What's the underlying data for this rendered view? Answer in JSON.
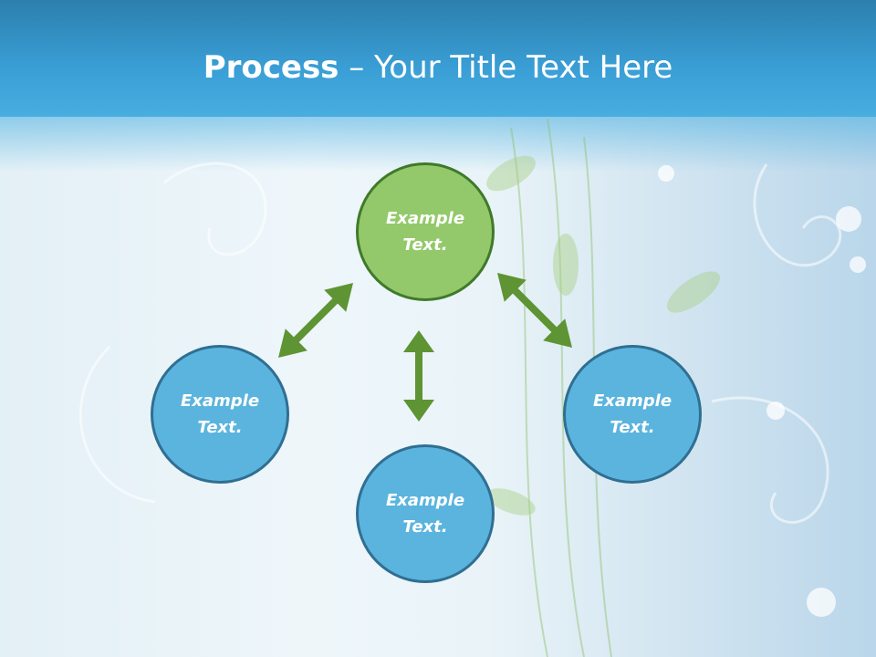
{
  "slide": {
    "title_bold": "Process",
    "title_rest": " – Your Title Text Here"
  },
  "nodes": {
    "top": "Example Text.",
    "left": "Example Text.",
    "bottom": "Example Text.",
    "right": "Example Text."
  },
  "colors": {
    "header": "#3a9fd6",
    "green_fill": "#93c96a",
    "green_border": "#3f7a2a",
    "blue_fill": "#5bb4de",
    "blue_border": "#2f6f92",
    "arrow": "#5e9433"
  },
  "icons": [
    "double-arrow-icon"
  ]
}
